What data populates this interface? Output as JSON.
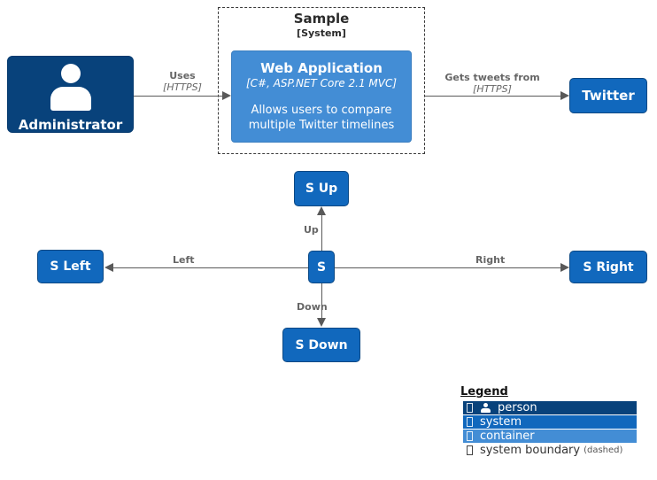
{
  "boundary": {
    "title": "Sample",
    "subtitle": "[System]"
  },
  "nodes": {
    "administrator": {
      "label": "Administrator"
    },
    "web_application": {
      "title": "Web Application",
      "tech": "[C#, ASP.NET Core 2.1 MVC]",
      "description": "Allows users to compare multiple Twitter timelines"
    },
    "twitter": {
      "label": "Twitter"
    },
    "s": {
      "label": "S"
    },
    "s_up": {
      "label": "S Up"
    },
    "s_down": {
      "label": "S Down"
    },
    "s_left": {
      "label": "S Left"
    },
    "s_right": {
      "label": "S Right"
    }
  },
  "edges": {
    "uses": {
      "label": "Uses",
      "tech": "[HTTPS]"
    },
    "gets_tweets": {
      "label": "Gets tweets from",
      "tech": "[HTTPS]"
    },
    "up": {
      "label": "Up"
    },
    "down": {
      "label": "Down"
    },
    "left": {
      "label": "Left"
    },
    "right": {
      "label": "Right"
    }
  },
  "legend": {
    "title": "Legend",
    "items": [
      {
        "name": "person",
        "label": "person",
        "color": "#08427B",
        "icon": "person-icon"
      },
      {
        "name": "system",
        "label": "system",
        "color": "#1168BD",
        "icon": "missing-glyph-icon"
      },
      {
        "name": "container",
        "label": "container",
        "color": "#438DD5",
        "icon": "missing-glyph-icon"
      },
      {
        "name": "system-boundary",
        "label": "system boundary",
        "suffix": "(dashed)",
        "icon": "missing-glyph-icon"
      }
    ]
  },
  "colors": {
    "person": "#08427B",
    "system": "#1168BD",
    "container": "#438DD5",
    "edge_line": "#595959",
    "edge_text": "#666666",
    "boundary_dash": "#3a3a3a"
  }
}
